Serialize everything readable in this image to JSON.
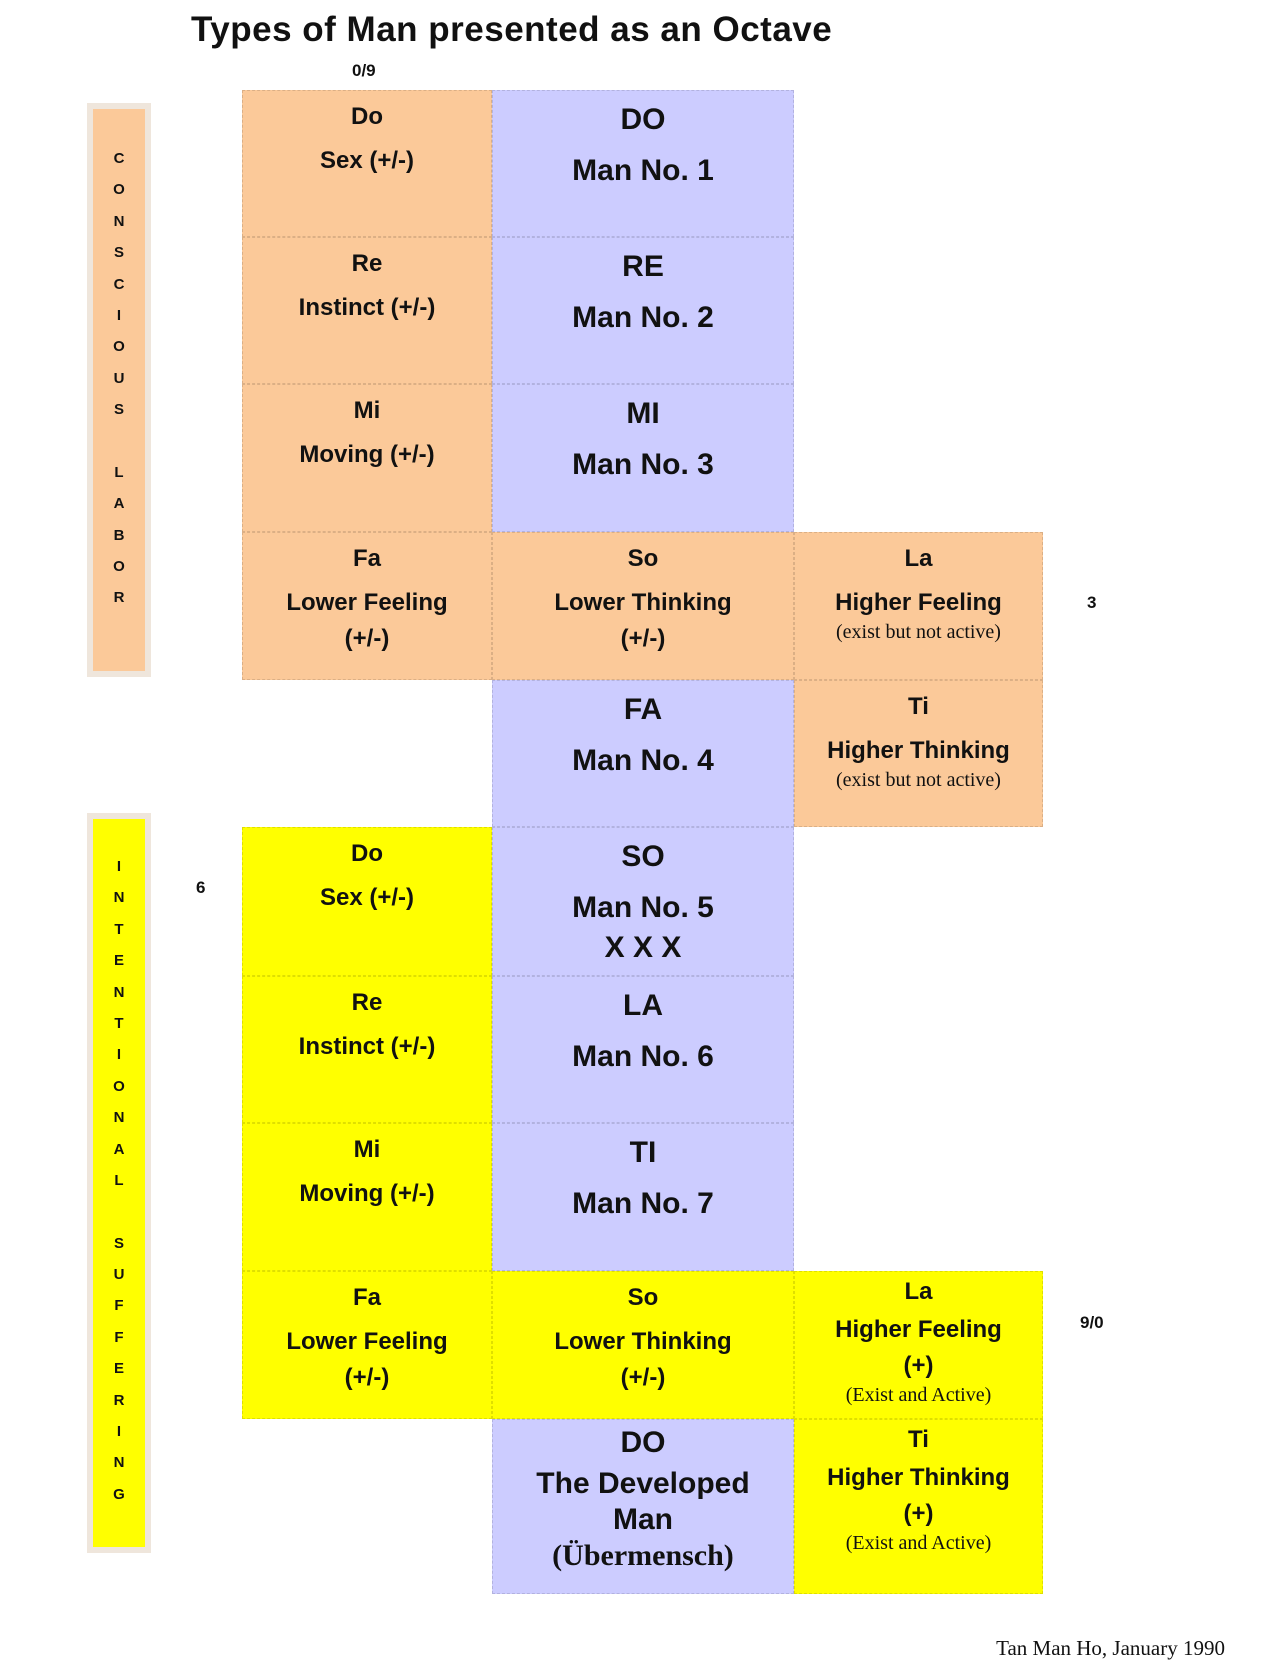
{
  "title": "Types of Man presented as an Octave",
  "markers": {
    "top": "0/9",
    "right_upper": "3",
    "left_lower": "6",
    "right_lower": "9/0"
  },
  "signature": "Tan Man Ho, January 1990",
  "sidebars": {
    "upper": {
      "label": "CONSCIOUS LABOR",
      "color": "#FBC999"
    },
    "lower": {
      "label": "INTENTIONAL SUFFERING",
      "color": "#FFFF00"
    }
  },
  "colors": {
    "orange": "#FBC999",
    "lavender": "#CCCCFF",
    "yellow": "#FFFF00"
  },
  "cells": [
    {
      "name": "do-sex",
      "col": 0,
      "row": 0,
      "color": "orange",
      "lines": [
        [
          "h",
          "Do"
        ],
        [
          "b",
          "Sex  (+/-)"
        ]
      ]
    },
    {
      "name": "man-1",
      "col": 1,
      "row": 0,
      "color": "lavender",
      "lines": [
        [
          "H",
          "DO"
        ],
        [
          "B",
          "Man No. 1"
        ]
      ]
    },
    {
      "name": "re-instinct",
      "col": 0,
      "row": 1,
      "color": "orange",
      "lines": [
        [
          "h",
          "Re"
        ],
        [
          "b",
          "Instinct (+/-)"
        ]
      ]
    },
    {
      "name": "man-2",
      "col": 1,
      "row": 1,
      "color": "lavender",
      "lines": [
        [
          "H",
          "RE"
        ],
        [
          "B",
          "Man No. 2"
        ]
      ]
    },
    {
      "name": "mi-moving",
      "col": 0,
      "row": 2,
      "color": "orange",
      "lines": [
        [
          "h",
          "Mi"
        ],
        [
          "b",
          "Moving (+/-)"
        ]
      ]
    },
    {
      "name": "man-3",
      "col": 1,
      "row": 2,
      "color": "lavender",
      "lines": [
        [
          "H",
          "MI"
        ],
        [
          "B",
          "Man No. 3"
        ]
      ]
    },
    {
      "name": "fa-lower-feeling",
      "col": 0,
      "row": 3,
      "color": "orange",
      "lines": [
        [
          "h",
          "Fa"
        ],
        [
          "b",
          "Lower Feeling"
        ],
        [
          "b",
          "(+/-)"
        ]
      ]
    },
    {
      "name": "so-lower-thinking",
      "col": 1,
      "row": 3,
      "color": "orange",
      "lines": [
        [
          "h",
          "So"
        ],
        [
          "b",
          "Lower Thinking"
        ],
        [
          "b",
          "(+/-)"
        ]
      ]
    },
    {
      "name": "la-higher-feeling",
      "col": 2,
      "row": 3,
      "color": "orange",
      "lines": [
        [
          "h",
          "La"
        ],
        [
          "b",
          "Higher Feeling"
        ],
        [
          "s",
          "(exist but not active)"
        ]
      ]
    },
    {
      "name": "man-4",
      "col": 1,
      "row": 4,
      "color": "lavender",
      "lines": [
        [
          "H",
          "FA"
        ],
        [
          "B",
          "Man No. 4"
        ]
      ]
    },
    {
      "name": "ti-higher-thinking",
      "col": 2,
      "row": 4,
      "color": "orange",
      "lines": [
        [
          "h",
          "Ti"
        ],
        [
          "b",
          "Higher Thinking"
        ],
        [
          "s",
          "(exist but not active)"
        ]
      ]
    },
    {
      "name": "do-sex-2",
      "col": 0,
      "row": 5,
      "color": "yellow",
      "lines": [
        [
          "h",
          "Do"
        ],
        [
          "b",
          "Sex (+/-)"
        ]
      ]
    },
    {
      "name": "man-5",
      "col": 1,
      "row": 5,
      "color": "lavender",
      "lines": [
        [
          "H",
          "SO"
        ],
        [
          "B",
          "Man No. 5"
        ],
        [
          "B",
          "X  X  X"
        ]
      ]
    },
    {
      "name": "re-instinct-2",
      "col": 0,
      "row": 6,
      "color": "yellow",
      "lines": [
        [
          "h",
          "Re"
        ],
        [
          "b",
          "Instinct (+/-)"
        ]
      ]
    },
    {
      "name": "man-6",
      "col": 1,
      "row": 6,
      "color": "lavender",
      "lines": [
        [
          "H",
          "LA"
        ],
        [
          "B",
          "Man No. 6"
        ]
      ]
    },
    {
      "name": "mi-moving-2",
      "col": 0,
      "row": 7,
      "color": "yellow",
      "lines": [
        [
          "h",
          "Mi"
        ],
        [
          "b",
          "Moving  (+/-)"
        ]
      ]
    },
    {
      "name": "man-7",
      "col": 1,
      "row": 7,
      "color": "lavender",
      "lines": [
        [
          "H",
          "TI"
        ],
        [
          "B",
          "Man No. 7"
        ]
      ]
    },
    {
      "name": "fa-lower-feeling-2",
      "col": 0,
      "row": 8,
      "color": "yellow",
      "lines": [
        [
          "h",
          "Fa"
        ],
        [
          "b",
          "Lower Feeling"
        ],
        [
          "b",
          "(+/-)"
        ]
      ]
    },
    {
      "name": "so-lower-thinking-2",
      "col": 1,
      "row": 8,
      "color": "yellow",
      "lines": [
        [
          "h",
          "So"
        ],
        [
          "b",
          "Lower Thinking"
        ],
        [
          "b",
          "(+/-)"
        ]
      ]
    },
    {
      "name": "la-higher-feeling-2",
      "col": 2,
      "row": 8,
      "color": "yellow",
      "lines": [
        [
          "h",
          "La"
        ],
        [
          "b",
          "Higher Feeling"
        ],
        [
          "b",
          "(+)"
        ],
        [
          "s",
          "(Exist and Active)"
        ]
      ]
    },
    {
      "name": "developed-man",
      "col": 1,
      "row": 9,
      "color": "lavender",
      "lines": [
        [
          "H",
          "DO"
        ],
        [
          "B",
          "The Developed"
        ],
        [
          "B",
          "Man"
        ],
        [
          "Bs",
          "(Übermensch)"
        ]
      ]
    },
    {
      "name": "ti-higher-thinking-2",
      "col": 2,
      "row": 9,
      "color": "yellow",
      "lines": [
        [
          "h",
          "Ti"
        ],
        [
          "b",
          "Higher Thinking"
        ],
        [
          "b",
          "(+)"
        ],
        [
          "s",
          "(Exist and Active)"
        ]
      ]
    }
  ]
}
